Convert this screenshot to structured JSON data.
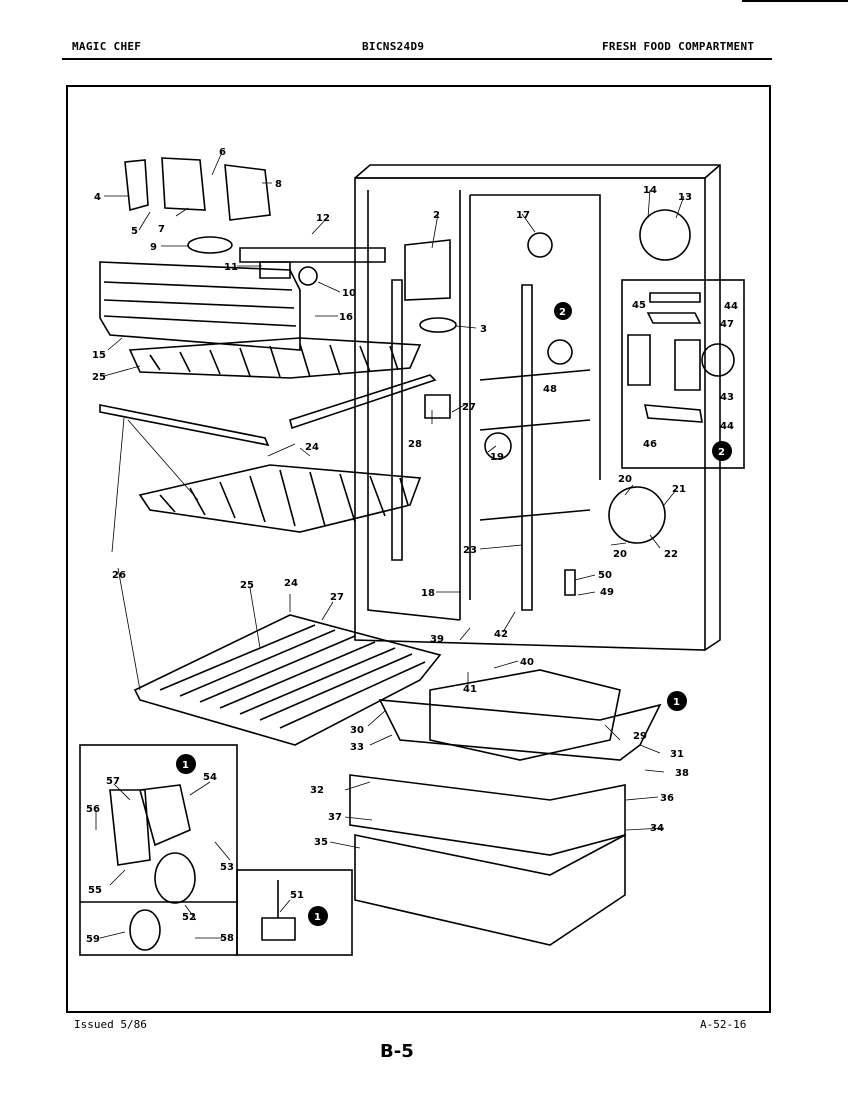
{
  "header": {
    "brand": "MAGIC CHEF",
    "model": "BICNS24D9",
    "section": "FRESH FOOD COMPARTMENT"
  },
  "footer": {
    "issued": "Issued 5/86",
    "ref": "A-52-16",
    "page": "B-5"
  },
  "callouts": [
    {
      "id": "c1",
      "text": "1"
    },
    {
      "id": "c2",
      "text": "2"
    }
  ],
  "part_labels": [
    "2",
    "3",
    "4",
    "5",
    "6",
    "7",
    "8",
    "9",
    "10",
    "11",
    "12",
    "13",
    "14",
    "15",
    "16",
    "17",
    "18",
    "19",
    "20",
    "21",
    "22",
    "23",
    "24",
    "25",
    "26",
    "27",
    "28",
    "29",
    "30",
    "31",
    "32",
    "33",
    "34",
    "35",
    "36",
    "37",
    "38",
    "39",
    "40",
    "41",
    "42",
    "43",
    "44",
    "45",
    "46",
    "47",
    "48",
    "49",
    "50",
    "51",
    "52",
    "53",
    "54",
    "55",
    "56",
    "57",
    "58",
    "59"
  ]
}
